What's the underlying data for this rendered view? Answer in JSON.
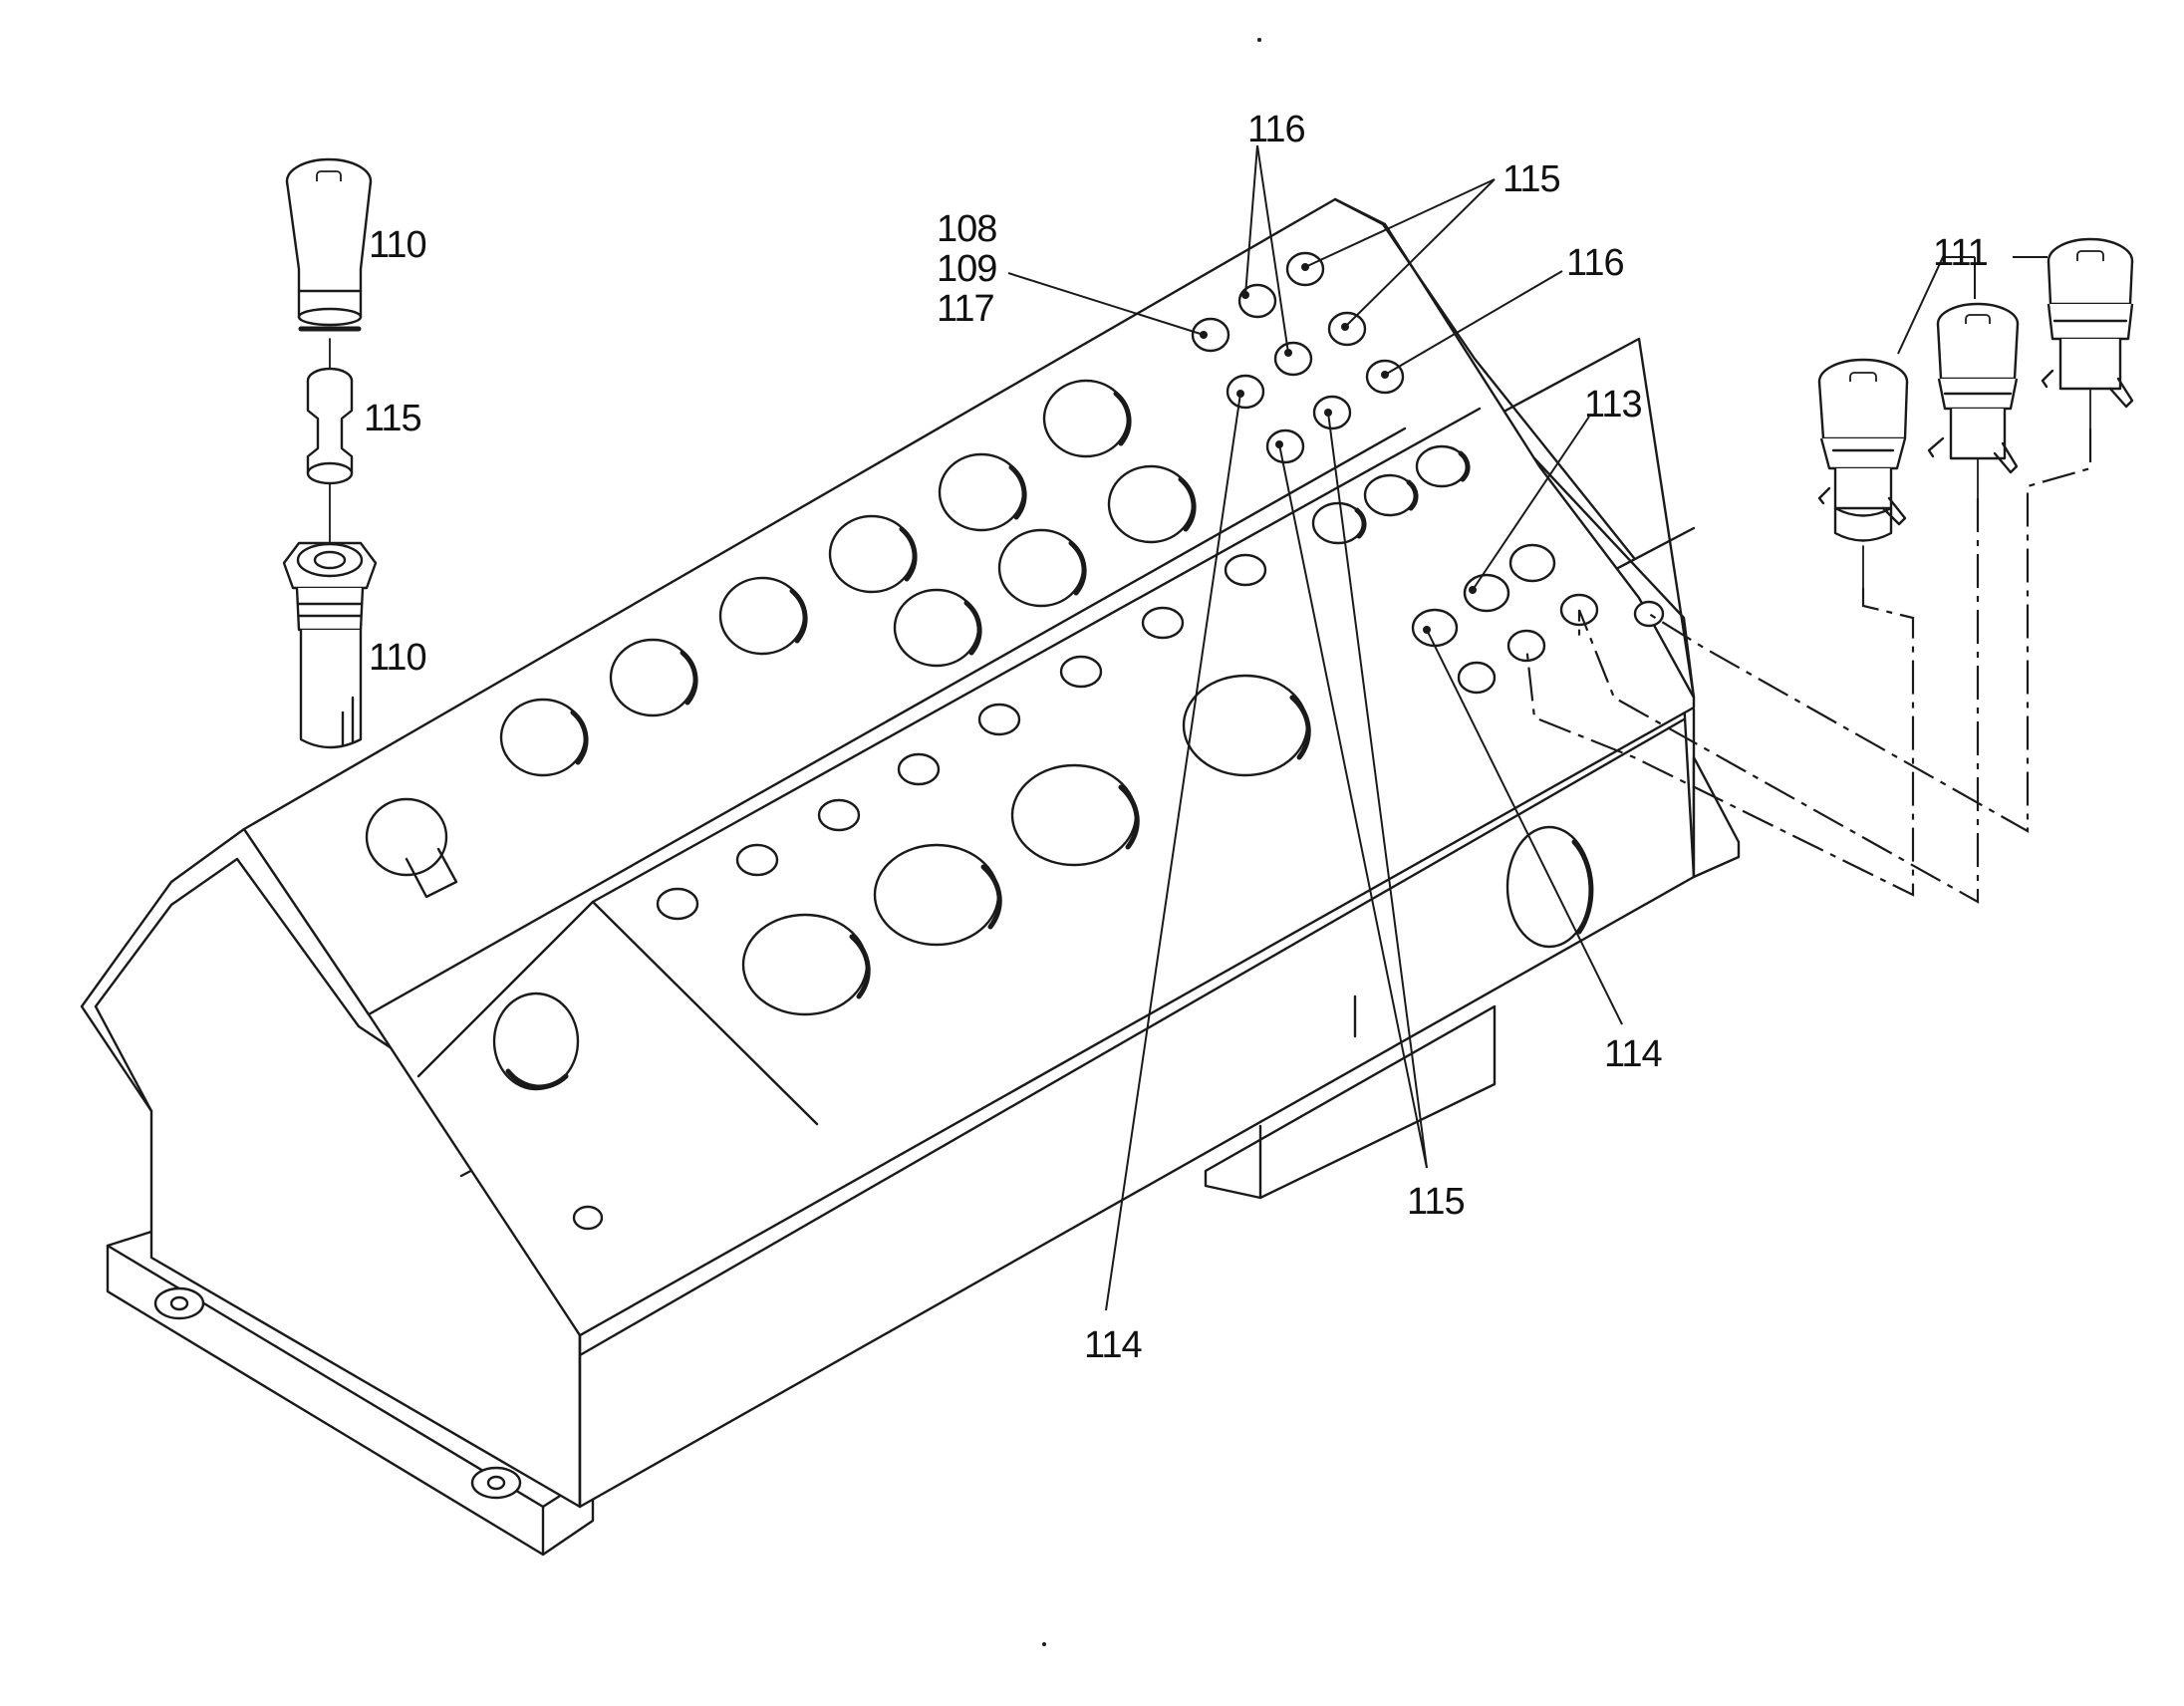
{
  "callouts": {
    "c110_top": "110",
    "c115_left": "115",
    "c110_bottom": "110",
    "c108": "108",
    "c109": "109",
    "c117": "117",
    "c116_top": "116",
    "c115_top": "115",
    "c116_right": "116",
    "c111": "111",
    "c113": "113",
    "c114_right": "114",
    "c115_bottom": "115",
    "c114_bottom": "114"
  }
}
